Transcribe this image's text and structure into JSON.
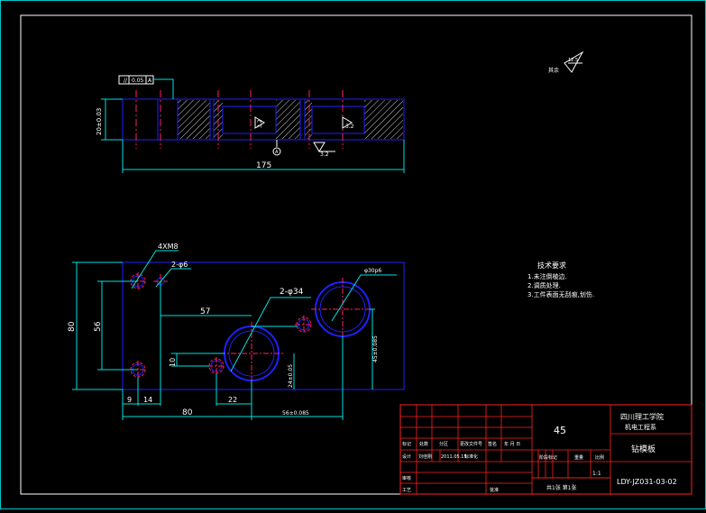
{
  "colors": {
    "background": "#000000",
    "frame": "#00c8c8",
    "outline": "#2020ff",
    "center_line": "#ff2060",
    "dimension": "#00e0e0",
    "hatch": "#ffffff",
    "text": "#ffffff",
    "title_grid": "#ff2020",
    "accent": "#ffff40"
  },
  "top_view": {
    "tolerance_frame": [
      "//",
      "0.05",
      "A"
    ],
    "left_dim": "20±0.03",
    "width_dim": "175",
    "roughness_a": "3.2",
    "roughness_b": "3.2",
    "roughness_c": "3.2",
    "datum": "A"
  },
  "plan_view": {
    "callout_4xm8": "4XM8",
    "callout_2phi6": "2-φ6",
    "callout_2phi34": "2-φ34",
    "callout_30": "φ30p6",
    "dim_57": "57",
    "dim_80_left": "80",
    "dim_56": "56",
    "dim_10": "10",
    "dim_9": "9",
    "dim_14": "14",
    "dim_22": "22",
    "dim_80_bottom": "80",
    "dim_24": "24±0.05",
    "dim_45": "45±0.085",
    "dim_56b": "56±0.085"
  },
  "roughness_note": {
    "label": "其余",
    "value": "12.5"
  },
  "tech_requirements": {
    "heading": "技术要求",
    "items": [
      "1.未注倒棱边.",
      "2.调质处理.",
      "3.工件表面无刮痕,划伤."
    ]
  },
  "title_block": {
    "material": "45",
    "school_line1": "四川理工学院",
    "school_line2": "机电工程系",
    "part_name": "钻模板",
    "drawing_no": "LDY-JZ031-03-02",
    "scale": "1:1",
    "sheets": "共1张  第1张",
    "labels": {
      "mark": "标记",
      "count": "处数",
      "zone": "分区",
      "change_no": "更改文件号",
      "signature": "签名",
      "date": "年 月 日",
      "design": "设计",
      "design_name": "刘佳刚",
      "design_date": "2011.05.15",
      "standard": "标准化",
      "stage": "阶段标记",
      "weight": "重量",
      "ratio": "比例",
      "review": "审核",
      "process": "工艺",
      "approve": "批准"
    }
  }
}
